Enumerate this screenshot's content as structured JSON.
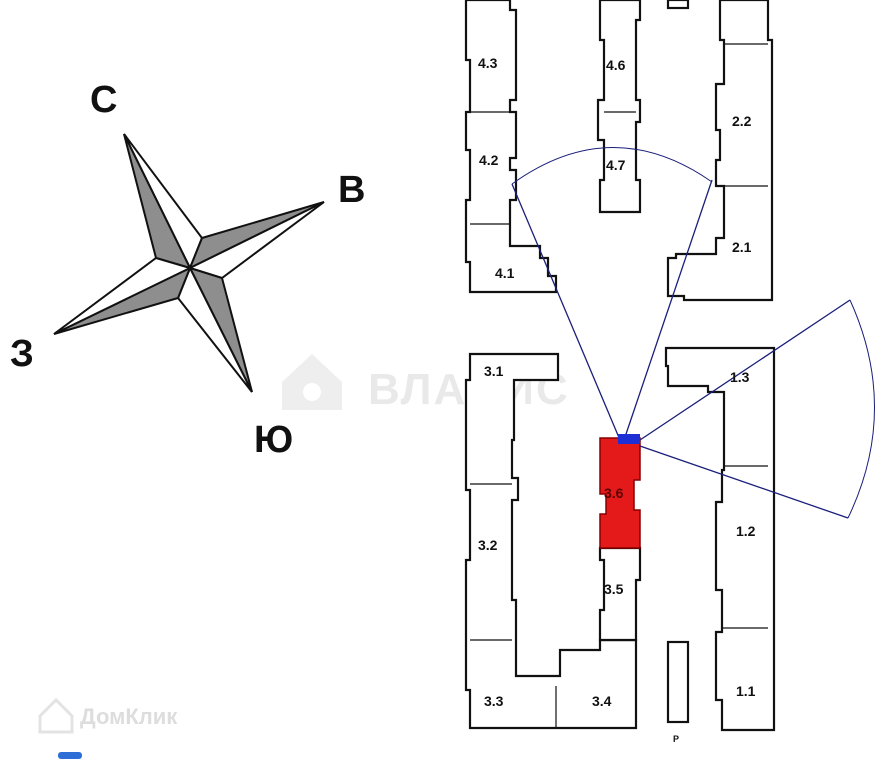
{
  "compass": {
    "north": "С",
    "east": "В",
    "west": "З",
    "south": "Ю"
  },
  "buildings": {
    "b_4_3": "4.3",
    "b_4_2": "4.2",
    "b_4_1": "4.1",
    "b_4_6": "4.6",
    "b_4_7": "4.7",
    "b_2_2": "2.2",
    "b_2_1": "2.1",
    "b_3_1": "3.1",
    "b_3_2": "3.2",
    "b_3_3": "3.3",
    "b_3_4": "3.4",
    "b_3_5": "3.5",
    "b_3_6": "3.6",
    "b_1_3": "1.3",
    "b_1_2": "1.2",
    "b_1_1": "1.1",
    "parking": "P"
  },
  "highlight": {
    "selected_building": "3.6",
    "fill_color": "#e41a1a",
    "marker_color": "#1f2fd6",
    "view_lines_color": "#1a1f7a"
  },
  "watermarks": {
    "main": "ВЛАДИС",
    "footer": "ДомКлик"
  }
}
